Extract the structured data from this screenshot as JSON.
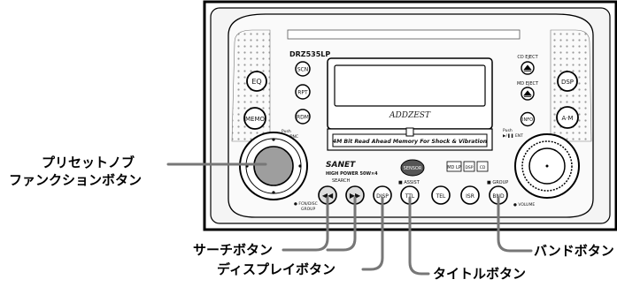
{
  "model": "DRZ535LP",
  "brand": "ADDZEST",
  "display_text": "4M Bit Read Ahead Memory For Shock & Vibration",
  "panel_logo": "SANET",
  "panel_sub": "HIGH POWER 50W×4",
  "sensor": "SENSOR",
  "badges": [
    "MD LP",
    "DSP",
    "CD"
  ],
  "left_buttons": [
    "EQ",
    "MEMO"
  ],
  "column_buttons": [
    "SCN",
    "RPT",
    "RDM"
  ],
  "right_buttons": [
    "DSP",
    "A·M"
  ],
  "eject_buttons": [
    {
      "label": "CD EJECT",
      "icon": "eject-icon"
    },
    {
      "label": "MD EJECT",
      "icon": "eject-icon"
    }
  ],
  "info_button": "INFO",
  "small_labels": {
    "push_pwr": "Push\nPWR/PNC",
    "push_ent": "Push\n▶/❚❚ ENT",
    "search": "SEARCH",
    "assist": "■ ASSIST",
    "group": "■ GROUP",
    "fcn": "● FCN/DISC\nGROUP",
    "volume": "● VOLUME"
  },
  "bottom_buttons": [
    "◀◀",
    "▶▶",
    "DISP",
    "TTL",
    "TEL",
    "ISR",
    "BND"
  ],
  "callouts": {
    "knob_1": "プリセットノブ",
    "knob_2": "ファンクションボタン",
    "search": "サーチボタン",
    "display": "ディスプレイボタン",
    "title": "タイトルボタン",
    "band": "バンドボタン"
  }
}
